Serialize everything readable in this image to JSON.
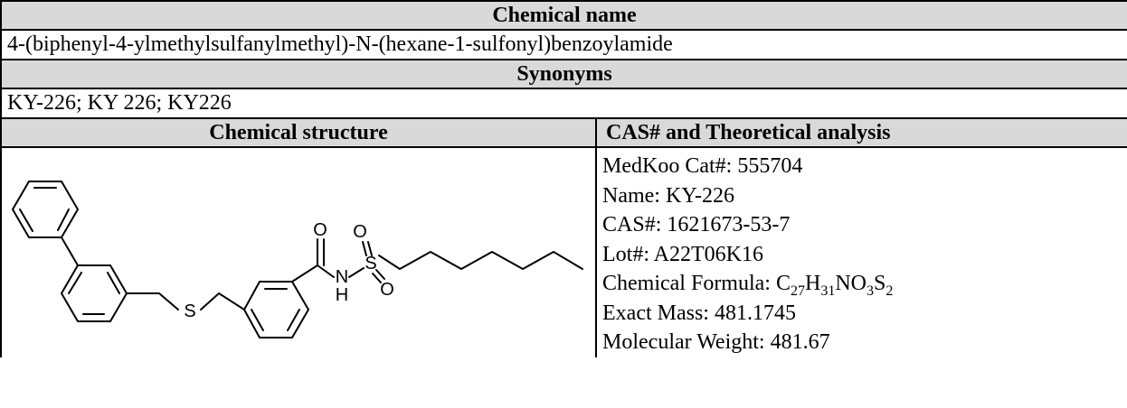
{
  "table": {
    "chemical_name_header": "Chemical name",
    "chemical_name": "4-(biphenyl-4-ylmethylsulfanylmethyl)-N-(hexane-1-sulfonyl)benzoylamide",
    "synonyms_header": "Synonyms",
    "synonyms": "KY-226; KY 226; KY226",
    "structure_header": "Chemical structure",
    "analysis_header": "CAS# and Theoretical analysis"
  },
  "structure": {
    "atom_O1": "O",
    "atom_O2": "O",
    "atom_O3": "O",
    "atom_S_sulfonyl": "S",
    "atom_S_thioether": "S",
    "atom_N": "N",
    "atom_H": "H"
  },
  "analysis": {
    "cat_label": "MedKoo Cat#: ",
    "cat_value": "555704",
    "name_label": "Name: ",
    "name_value": "KY-226",
    "cas_label": "CAS#: ",
    "cas_value": "1621673-53-7",
    "lot_label": "Lot#: ",
    "lot_value": "A22T06K16",
    "formula_label": "Chemical Formula: ",
    "formula": {
      "c": "C",
      "c_n": "27",
      "h": "H",
      "h_n": "31",
      "n": "N",
      "o": "O",
      "o_n": "3",
      "s": "S",
      "s_n": "2"
    },
    "exact_mass_label": "Exact Mass: ",
    "exact_mass_value": "481.1745",
    "mw_label": "Molecular Weight: ",
    "mw_value": "481.67"
  }
}
